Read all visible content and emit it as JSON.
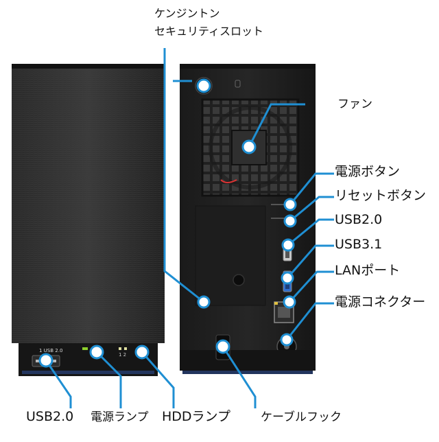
{
  "labels": {
    "kensington": [
      "ケンジントン",
      "セキュリティスロット"
    ],
    "fan": "ファン",
    "power_button": "電源ボタン",
    "reset_button": "リセットボタン",
    "usb20_rear": "USB2.0",
    "usb31": "USB3.1",
    "lan_port": "LANポート",
    "power_connector": "電源コネクター",
    "usb20_front": "USB2.0",
    "power_lamp": "電源ランプ",
    "hdd_lamp": "HDDランプ",
    "cable_hook": "ケーブルフック"
  },
  "device_markings": {
    "front_usb": "1 USB 2.0",
    "lamp_numbers": "1   2"
  },
  "colors": {
    "callout": "#1f8fd3",
    "chassis": "#1b1b1b",
    "text": "#111111"
  },
  "icons": [
    "kensington-slot-icon",
    "fan-icon",
    "usb-icon",
    "lan-port-icon",
    "power-connector-icon",
    "cable-hook-icon"
  ]
}
